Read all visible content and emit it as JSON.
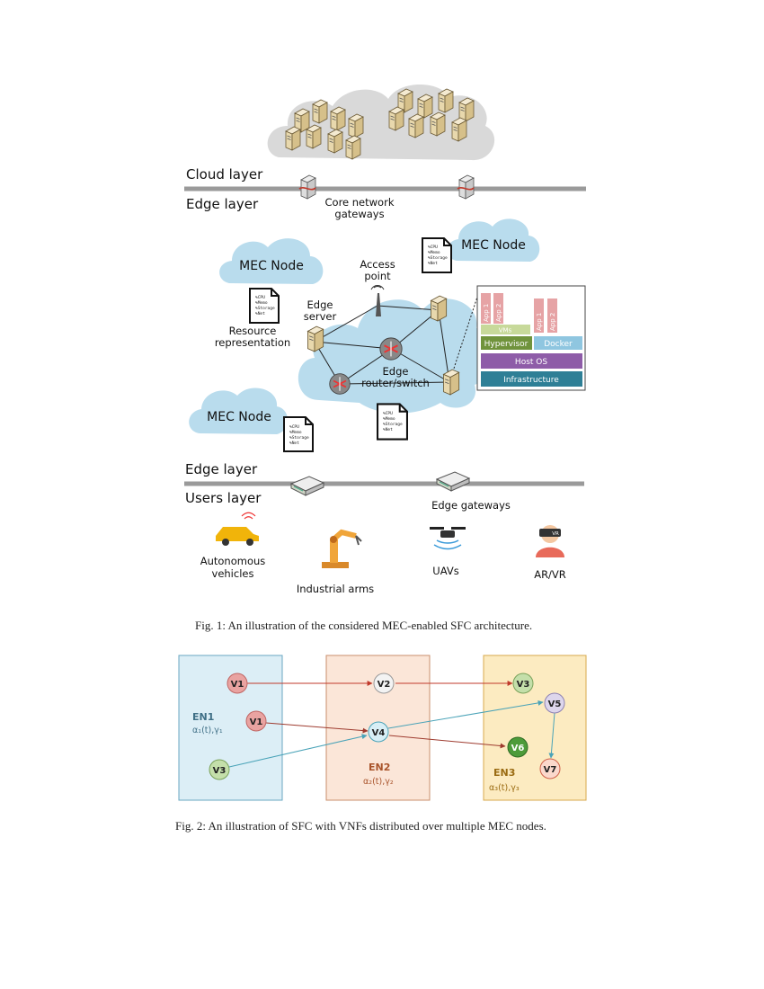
{
  "fig1": {
    "cloud_layer": "Cloud layer",
    "edge_layer_top": "Edge layer",
    "core_gateways": [
      "Core network",
      "gateways"
    ],
    "mec_node": "MEC Node",
    "access_point": [
      "Access",
      "point"
    ],
    "edge_server": [
      "Edge",
      "server"
    ],
    "resource_rep": [
      "Resource",
      "representation"
    ],
    "edge_router": [
      "Edge",
      "router/switch"
    ],
    "resource_lines": [
      "%CPU",
      "%Memo",
      "%Storage",
      "%Net"
    ],
    "stack": {
      "apps": [
        "App 1",
        "App 2"
      ],
      "vms": "VMs",
      "hypervisor": "Hypervisor",
      "docker": "Docker",
      "host_os": "Host OS",
      "infrastructure": "Infrastructure"
    },
    "edge_layer_bottom": "Edge layer",
    "users_layer": "Users layer",
    "edge_gateways": "Edge gateways",
    "users": {
      "vehicles": [
        "Autonomous",
        "vehicles"
      ],
      "arms": "Industrial arms",
      "uavs": "UAVs",
      "arvr": "AR/VR",
      "vr_tag": "VR"
    },
    "caption": "Fig. 1:  An illustration of the considered MEC-enabled SFC architecture."
  },
  "fig2": {
    "en1": "EN1",
    "en1_sub": "α₁(t),γ₁",
    "en2": "EN2",
    "en2_sub": "α₂(t),γ₂",
    "en3": "EN3",
    "en3_sub": "α₃(t),γ₃",
    "nodes": {
      "v1a": "V1",
      "v1b": "V1",
      "v3a": "V3",
      "v2": "V2",
      "v4": "V4",
      "v3b": "V3",
      "v5": "V5",
      "v6": "V6",
      "v7": "V7"
    },
    "caption": "Fig. 2:  An illustration of SFC with VNFs distributed over multiple MEC nodes."
  },
  "colors": {
    "cloud": "#b9dced",
    "en1": "#dceef6",
    "en2": "#fbe6d8",
    "en3": "#fcebc1",
    "red_edge": "#c0392b",
    "teal_edge": "#4aa3b8"
  }
}
